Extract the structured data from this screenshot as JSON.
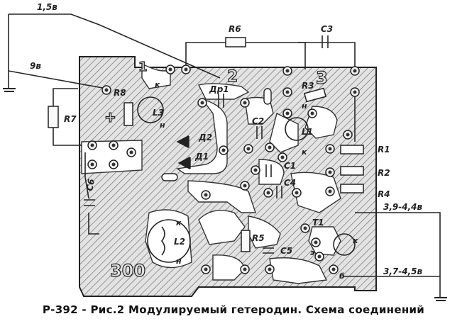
{
  "caption": "Р-392 - Рис.2 Модулируемый гетеродин. Схема соединений",
  "board_text": {
    "num1": "1",
    "num2": "2",
    "num3": "3",
    "num300": "300"
  },
  "voltages": {
    "v_top": "1,5в",
    "v_9": "9в",
    "v_39": "3,9-4,4в",
    "v_37": "3,7-4,5в"
  },
  "labels": {
    "R1": "R1",
    "R2": "R2",
    "R3": "R3",
    "R4": "R4",
    "R5": "R5",
    "R6": "R6",
    "R7": "R7",
    "R8": "R8",
    "C1": "C1",
    "C2": "C2",
    "C3": "C3",
    "C4": "C4",
    "C5": "C5",
    "C6": "C6",
    "D1": "Д1",
    "D2": "Д2",
    "Dr1": "Др1",
    "L1": "L1",
    "L2": "L2",
    "L3": "L3",
    "T1": "T1",
    "pin_k_L3": "к",
    "pin_n_L3": "н",
    "pin_n_L1": "н",
    "pin_k_L1": "к",
    "pin_k_L2": "к",
    "pin_n_L2": "н",
    "pin_e": "э",
    "pin_b": "б",
    "pin_k_T1": "к"
  },
  "colors": {
    "board": "#e3e3e3",
    "hatch": "#555555",
    "ink": "#222222"
  }
}
